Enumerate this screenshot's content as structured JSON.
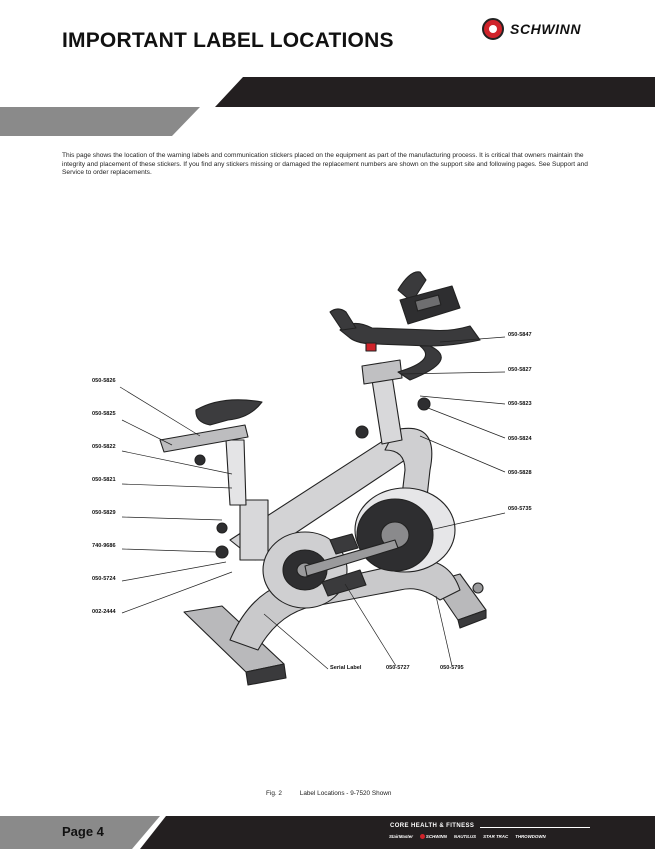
{
  "header": {
    "title": "IMPORTANT LABEL LOCATIONS",
    "brand": "SCHWINN"
  },
  "intro": "This page shows the location of the warning labels and communication stickers placed on the equipment as part of the manufacturing process. It is critical that owners maintain the integrity and placement of these stickers. If you find any stickers missing or damaged the replacement numbers are shown on the support site and following pages. See Support and Service to order replacements.",
  "figure": {
    "labels": [
      {
        "id": "050-5826",
        "text": "050-5826"
      },
      {
        "id": "050-5825",
        "text": "050-5825"
      },
      {
        "id": "050-5822",
        "text": "050-5822"
      },
      {
        "id": "050-5821",
        "text": "050-5821"
      },
      {
        "id": "050-5829",
        "text": "050-5829"
      },
      {
        "id": "740-9686",
        "text": "740-9686"
      },
      {
        "id": "050-5724",
        "text": "050-5724"
      },
      {
        "id": "002-2444",
        "text": "002-2444"
      },
      {
        "id": "050-5847",
        "text": "050-5847"
      },
      {
        "id": "050-5827",
        "text": "050-5827"
      },
      {
        "id": "050-5823",
        "text": "050-5823"
      },
      {
        "id": "050-5824",
        "text": "050-5824"
      },
      {
        "id": "050-5828",
        "text": "050-5828"
      },
      {
        "id": "050-5735",
        "text": "050-5735"
      },
      {
        "id": "serial",
        "text": "Serial Label"
      },
      {
        "id": "050-5727",
        "text": "050-5727"
      },
      {
        "id": "050-5795",
        "text": "050-5795"
      }
    ]
  },
  "caption": {
    "fig": "Fig. 2",
    "text": "Label Locations - 9-7520 Shown"
  },
  "footer": {
    "page": "Page 4",
    "company": "CORE HEALTH & FITNESS",
    "brands": [
      "StairMaster",
      "SCHWINN",
      "NAUTILUS",
      "STAR TRAC",
      "THROWDOWN"
    ]
  }
}
